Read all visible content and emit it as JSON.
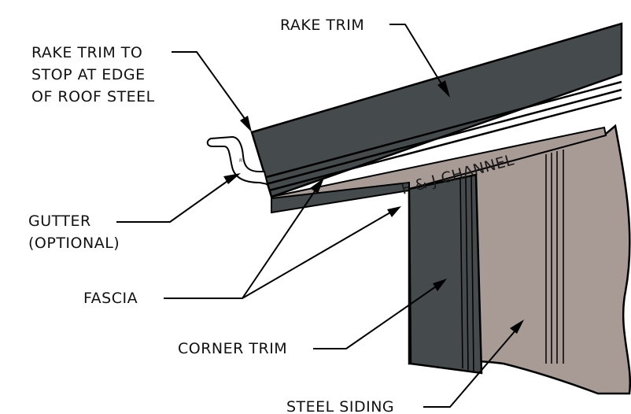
{
  "labels": {
    "rake_trim": "RAKE TRIM",
    "rake_stop_1": "RAKE TRIM TO",
    "rake_stop_2": "STOP AT EDGE",
    "rake_stop_3": "OF ROOF STEEL",
    "gutter_1": "GUTTER",
    "gutter_2": "(OPTIONAL)",
    "fascia": "FASCIA",
    "corner_trim": "CORNER TRIM",
    "steel_siding": "STEEL SIDING",
    "channel": "F & J CHANNEL",
    "gutter_mark": "R"
  },
  "colors": {
    "rake_trim": "#454a4d",
    "corner_trim": "#454a4d",
    "siding": "#a89b96",
    "fascia": "#a89b96",
    "outline": "#000000"
  }
}
